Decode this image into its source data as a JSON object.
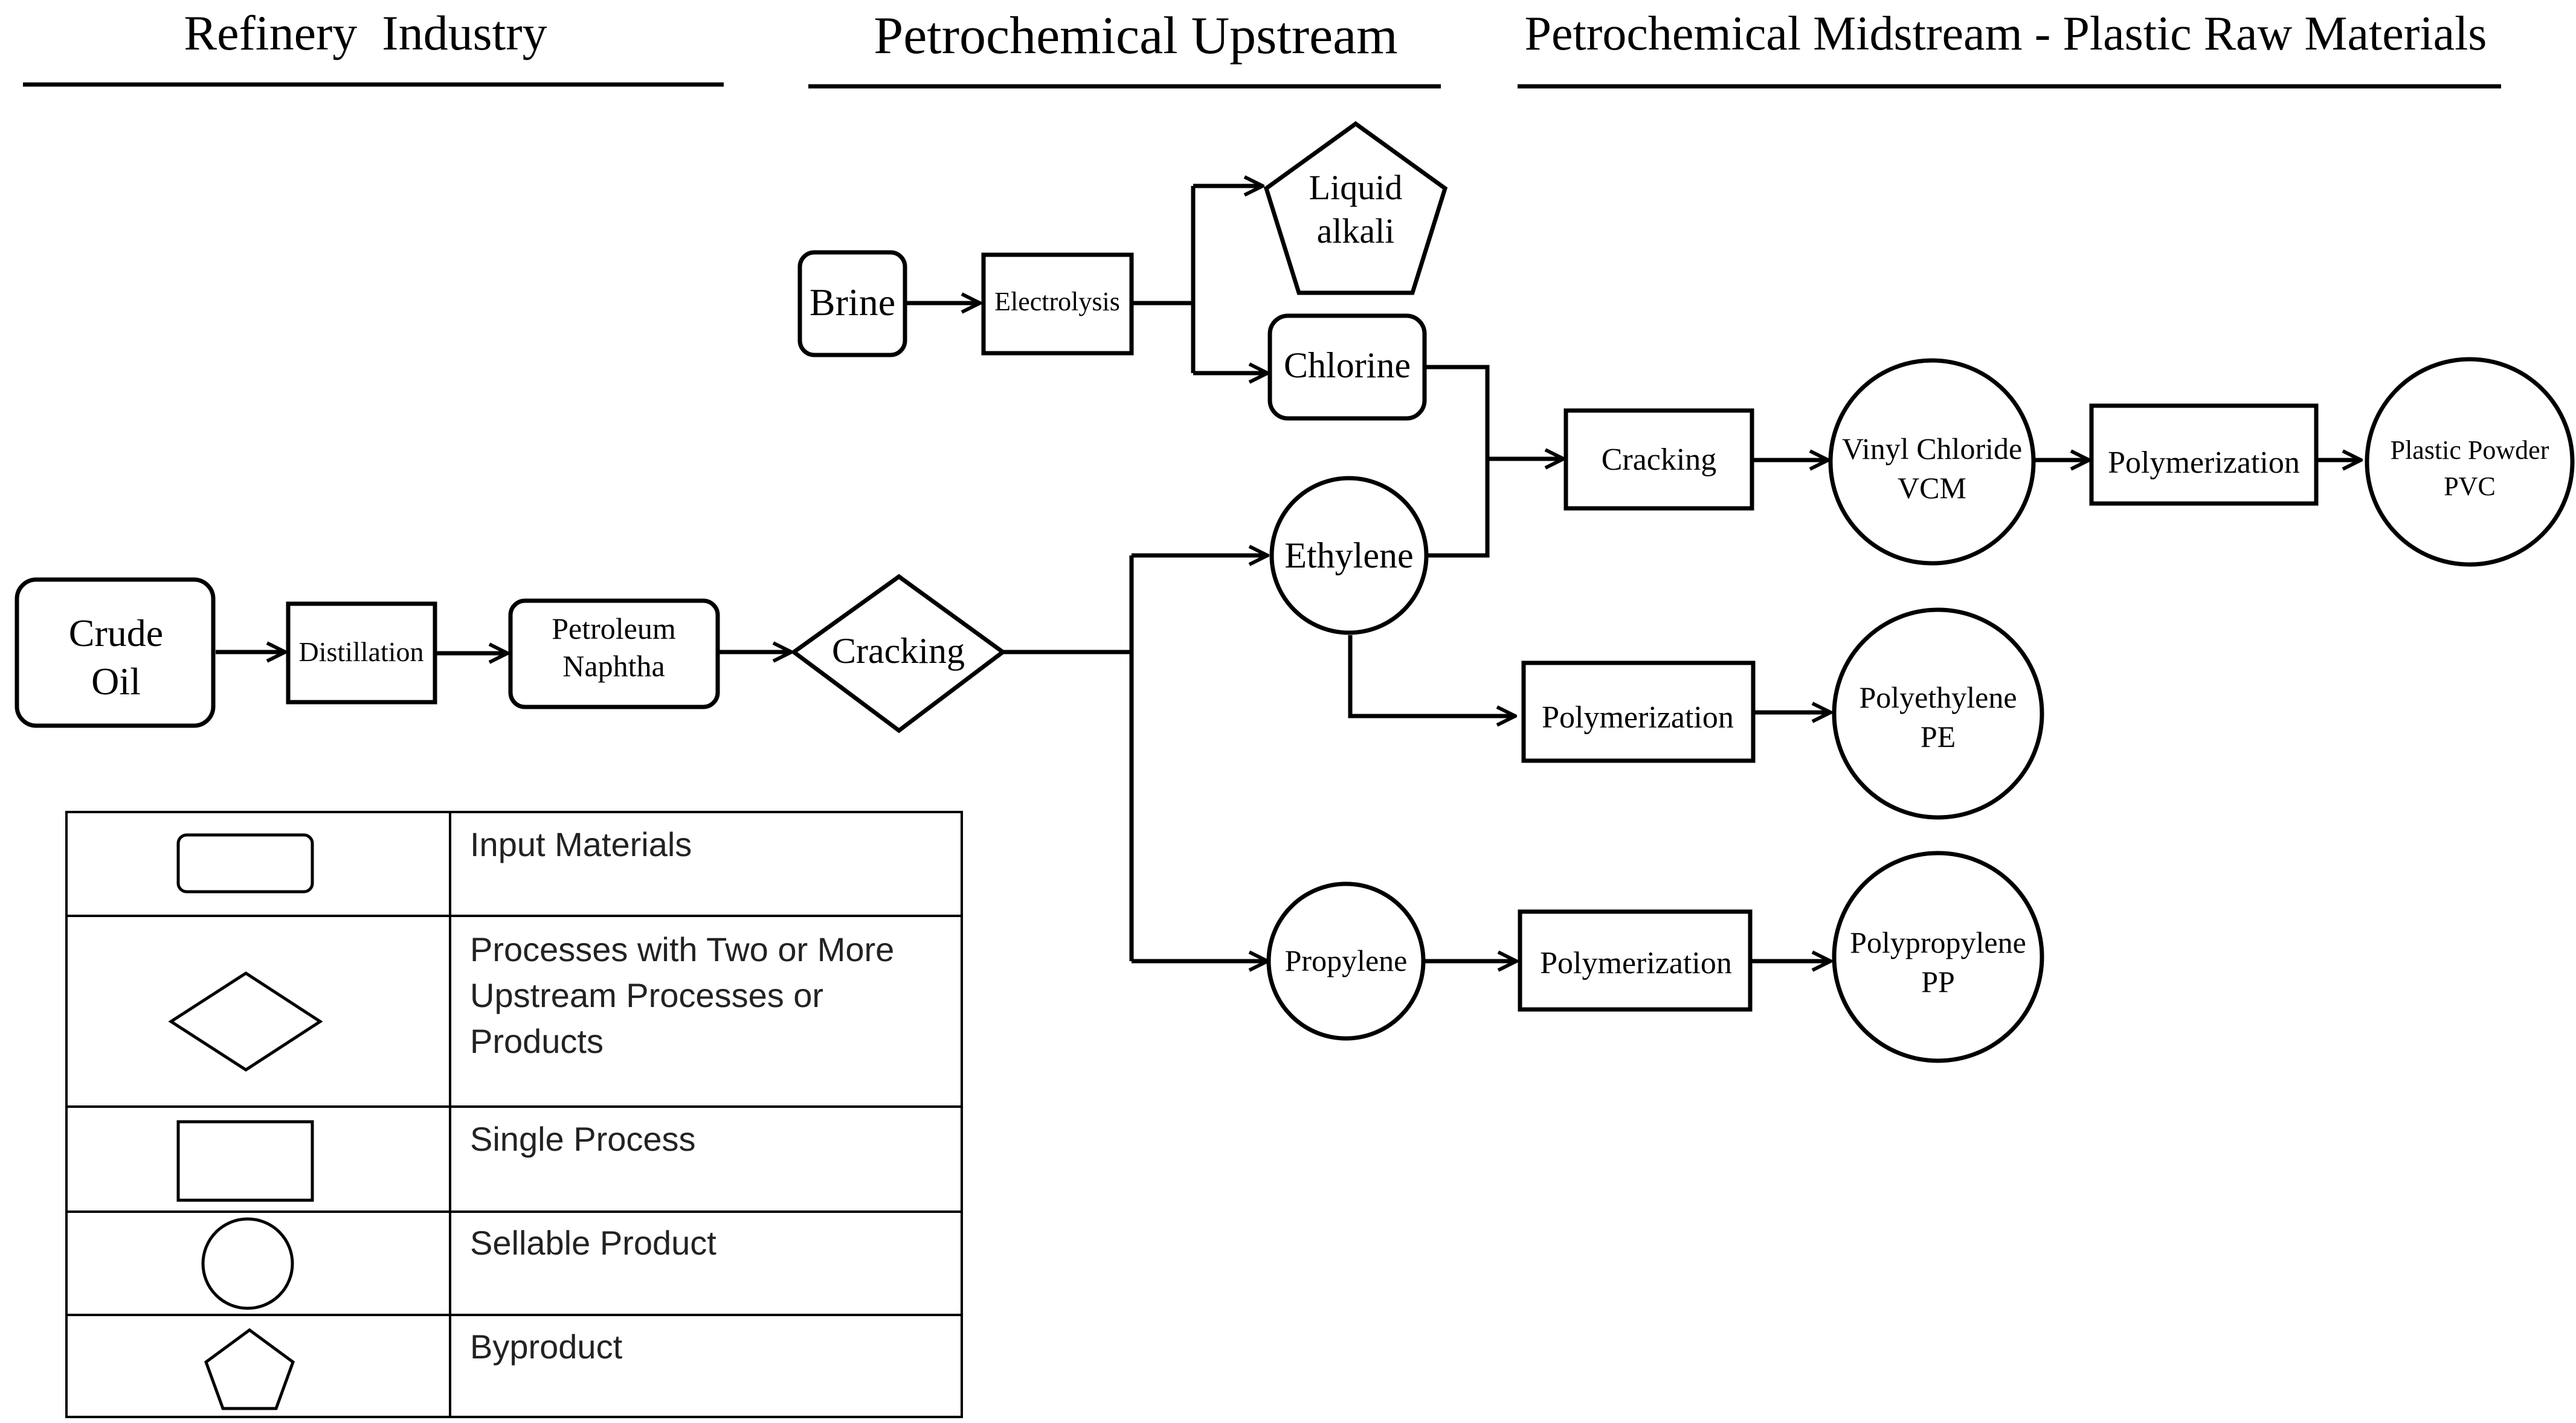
{
  "headers": {
    "refinery": "Refinery  Industry",
    "upstream": "Petrochemical Upstream",
    "midstream": "Petrochemical Midstream - Plastic Raw Materials"
  },
  "nodes": {
    "crude_oil": [
      "Crude",
      "Oil"
    ],
    "distillation": "Distillation",
    "naphtha": [
      "Petroleum",
      "Naphtha"
    ],
    "cracking_main": "Cracking",
    "brine": "Brine",
    "electrolysis": "Electrolysis",
    "liquid_alkali": [
      "Liquid",
      "alkali"
    ],
    "chlorine": "Chlorine",
    "ethylene": "Ethylene",
    "propylene": "Propylene",
    "cracking_vcm": "Cracking",
    "vcm": [
      "Vinyl Chloride",
      "VCM"
    ],
    "polymerization_pvc": "Polymerization",
    "pvc": [
      "Plastic Powder",
      "PVC"
    ],
    "polymerization_pe": "Polymerization",
    "pe": [
      "Polyethylene",
      "PE"
    ],
    "polymerization_pp": "Polymerization",
    "pp": [
      "Polypropylene",
      "PP"
    ]
  },
  "legend": [
    {
      "shape": "rounded-rectangle",
      "label": [
        "Input Materials"
      ]
    },
    {
      "shape": "diamond",
      "label": [
        "Processes with Two or More",
        "Upstream Processes or",
        "Products"
      ]
    },
    {
      "shape": "rectangle",
      "label": [
        "Single Process"
      ]
    },
    {
      "shape": "circle",
      "label": [
        "Sellable Product"
      ]
    },
    {
      "shape": "pentagon",
      "label": [
        "Byproduct"
      ]
    }
  ]
}
